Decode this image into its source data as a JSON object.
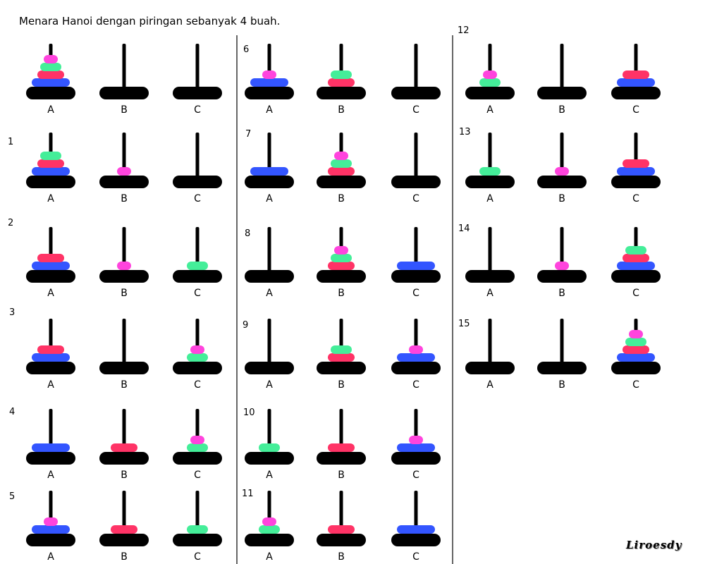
{
  "title": "Menara Hanoi dengan piringan sebanyak 4 buah.",
  "signature": "Liroesdy",
  "peg_labels": [
    "A",
    "B",
    "C"
  ],
  "colors": {
    "disk_1": "#ff44dd",
    "disk_2": "#44ee99",
    "disk_3": "#ff3366",
    "disk_4": "#3355ff",
    "base": "#000000",
    "rod": "#000000"
  },
  "disk_sizes": {
    "1": "smallest",
    "2": "small",
    "3": "medium",
    "4": "largest"
  },
  "steps": [
    {
      "label": "",
      "pegs": {
        "A": [
          4,
          3,
          2,
          1
        ],
        "B": [],
        "C": []
      }
    },
    {
      "label": "1",
      "pegs": {
        "A": [
          4,
          3,
          2
        ],
        "B": [
          1
        ],
        "C": []
      }
    },
    {
      "label": "2",
      "pegs": {
        "A": [
          4,
          3
        ],
        "B": [
          1
        ],
        "C": [
          2
        ]
      }
    },
    {
      "label": "3",
      "pegs": {
        "A": [
          4,
          3
        ],
        "B": [],
        "C": [
          2,
          1
        ]
      }
    },
    {
      "label": "4",
      "pegs": {
        "A": [
          4
        ],
        "B": [
          3
        ],
        "C": [
          2,
          1
        ]
      }
    },
    {
      "label": "5",
      "pegs": {
        "A": [
          4,
          1
        ],
        "B": [
          3
        ],
        "C": [
          2
        ]
      }
    },
    {
      "label": "6",
      "pegs": {
        "A": [
          4,
          1
        ],
        "B": [
          3,
          2
        ],
        "C": []
      }
    },
    {
      "label": "7",
      "pegs": {
        "A": [
          4
        ],
        "B": [
          3,
          2,
          1
        ],
        "C": []
      }
    },
    {
      "label": "8",
      "pegs": {
        "A": [],
        "B": [
          3,
          2,
          1
        ],
        "C": [
          4
        ]
      }
    },
    {
      "label": "9",
      "pegs": {
        "A": [],
        "B": [
          3,
          2
        ],
        "C": [
          4,
          1
        ]
      }
    },
    {
      "label": "10",
      "pegs": {
        "A": [
          2
        ],
        "B": [
          3
        ],
        "C": [
          4,
          1
        ]
      }
    },
    {
      "label": "11",
      "pegs": {
        "A": [
          2,
          1
        ],
        "B": [
          3
        ],
        "C": [
          4
        ]
      }
    },
    {
      "label": "12",
      "pegs": {
        "A": [
          2,
          1
        ],
        "B": [],
        "C": [
          4,
          3
        ]
      }
    },
    {
      "label": "13",
      "pegs": {
        "A": [
          2
        ],
        "B": [
          1
        ],
        "C": [
          4,
          3
        ]
      }
    },
    {
      "label": "14",
      "pegs": {
        "A": [],
        "B": [
          1
        ],
        "C": [
          4,
          3,
          2
        ]
      }
    },
    {
      "label": "15",
      "pegs": {
        "A": [],
        "B": [],
        "C": [
          4,
          3,
          2,
          1
        ]
      }
    }
  ]
}
